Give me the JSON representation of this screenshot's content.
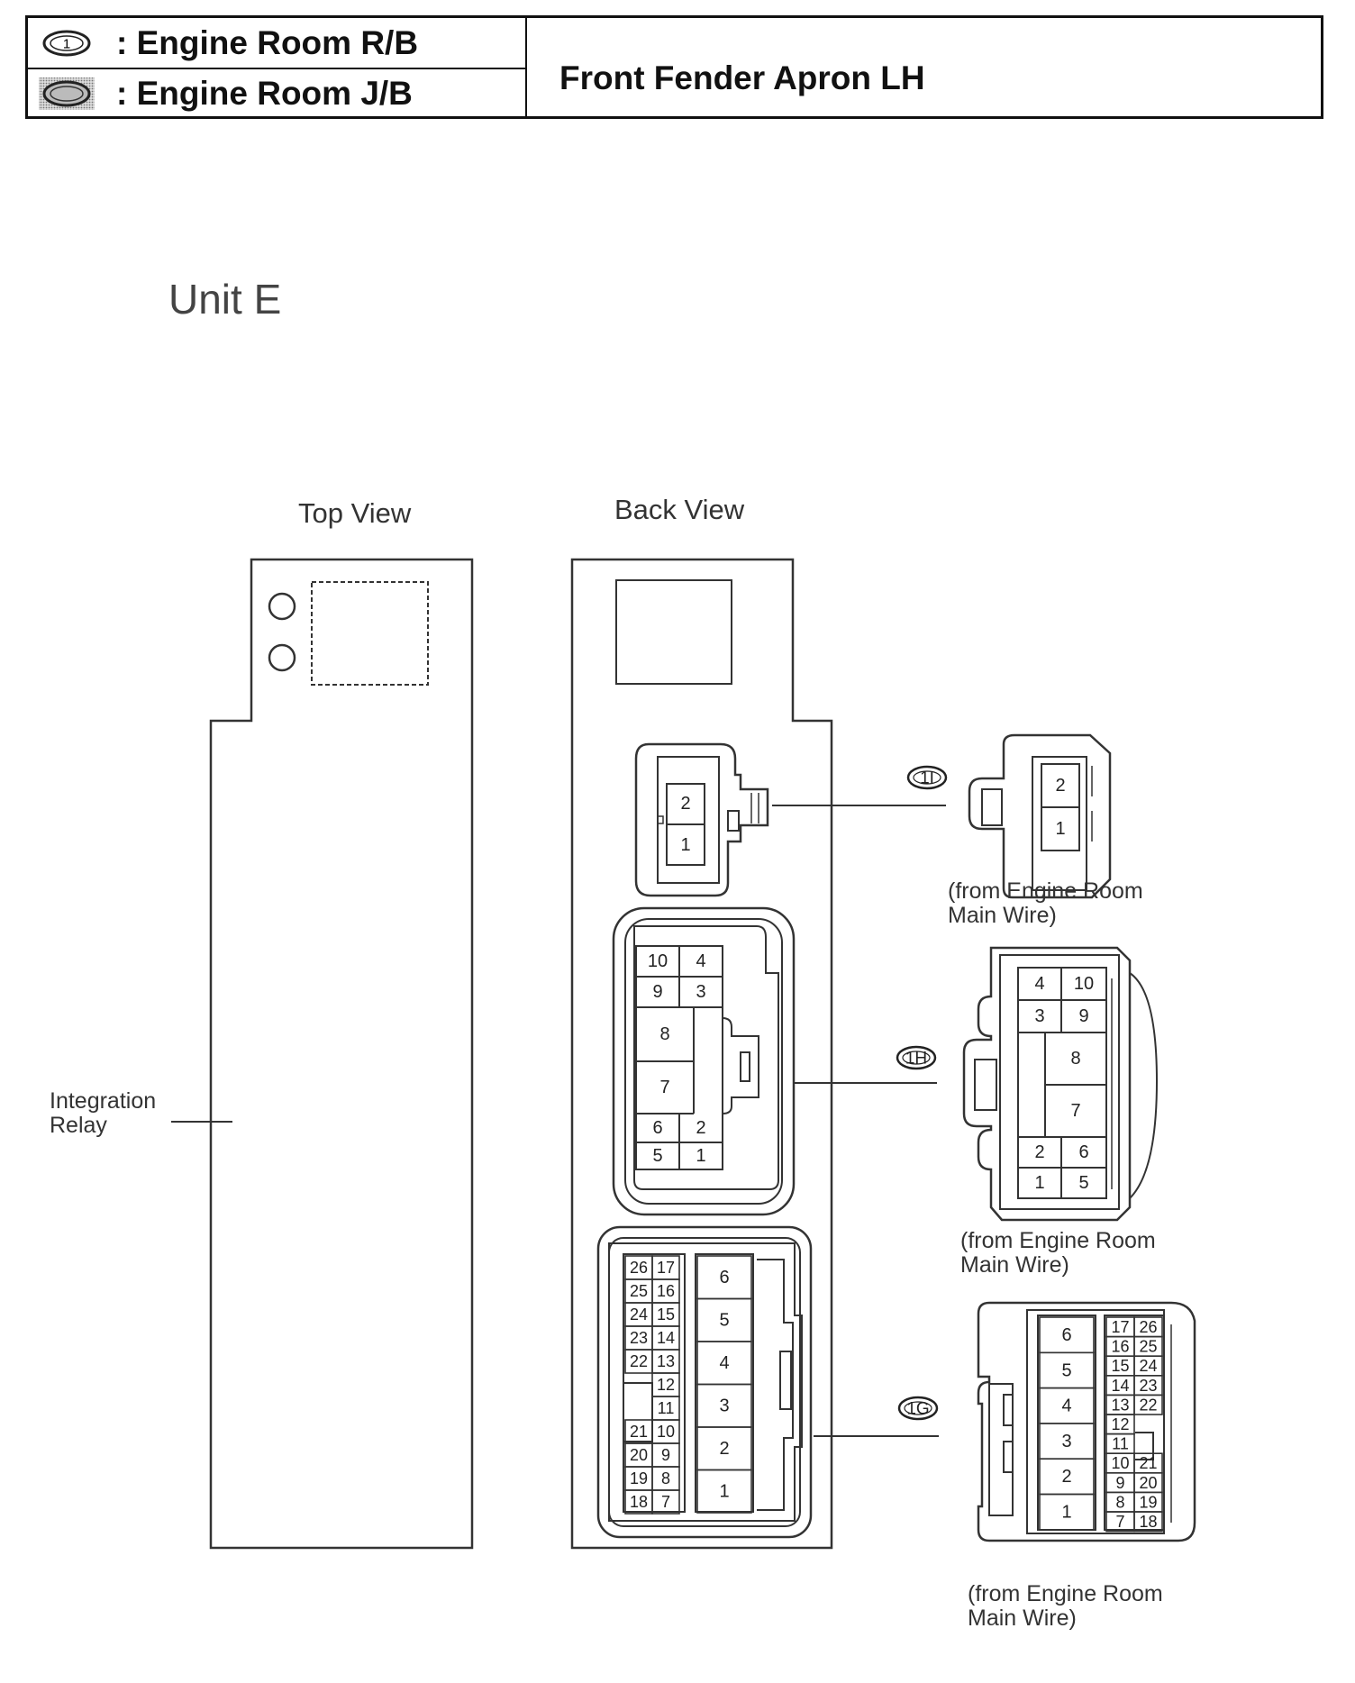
{
  "header": {
    "legend": [
      {
        "symbol": "1",
        "label": ": Engine Room R/B"
      },
      {
        "symbol": "",
        "label": ": Engine Room J/B"
      }
    ],
    "title": "Front Fender Apron LH"
  },
  "unit_title": "Unit E",
  "views": {
    "top": "Top View",
    "back": "Back View"
  },
  "relay_label": [
    "Integration",
    "Relay"
  ],
  "connectors": [
    {
      "code": "1I",
      "source": [
        "(from Engine Room",
        "Main Wire)"
      ],
      "back_pins": [
        "2",
        "1"
      ],
      "front_pins": [
        "2",
        "1"
      ]
    },
    {
      "code": "1H",
      "source": [
        "(from Engine Room",
        "Main Wire)"
      ],
      "back_pins": [
        "10",
        "4",
        "9",
        "3",
        "8",
        "7",
        "6",
        "2",
        "5",
        "1"
      ],
      "front_pins": [
        "4",
        "10",
        "3",
        "9",
        "8",
        "7",
        "2",
        "6",
        "1",
        "5"
      ]
    },
    {
      "code": "1G",
      "source": [
        "(from Engine Room",
        "Main Wire)"
      ],
      "back_small": [
        "26",
        "17",
        "25",
        "16",
        "24",
        "15",
        "23",
        "14",
        "22",
        "13",
        "12",
        "11",
        "21",
        "10",
        "20",
        "9",
        "19",
        "8",
        "18",
        "7"
      ],
      "back_large": [
        "6",
        "5",
        "4",
        "3",
        "2",
        "1"
      ],
      "front_large": [
        "6",
        "5",
        "4",
        "3",
        "2",
        "1"
      ],
      "front_small": [
        "17",
        "26",
        "16",
        "25",
        "15",
        "24",
        "14",
        "23",
        "13",
        "22",
        "12",
        "11",
        "10",
        "21",
        "9",
        "20",
        "8",
        "19",
        "7",
        "18"
      ]
    }
  ]
}
